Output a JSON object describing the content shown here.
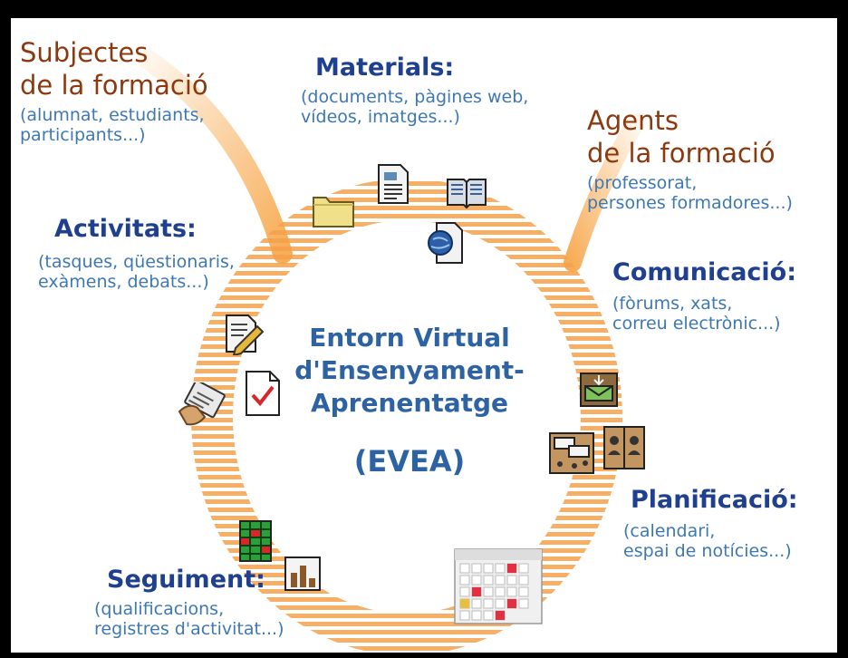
{
  "center": {
    "title_lines": [
      "Entorn Virtual",
      "d'Ensenyament-",
      "Aprenentatge"
    ],
    "abbreviation": "(EVEA)"
  },
  "sections": {
    "subjectes": {
      "title_lines": [
        "Subjectes",
        "de la formació"
      ],
      "detail_lines": [
        "(alumnat, estudiants,",
        "participants...)"
      ]
    },
    "materials": {
      "title": "Materials:",
      "detail_lines": [
        "(documents, pàgines web,",
        "vídeos, imatges...)"
      ]
    },
    "agents": {
      "title_lines": [
        "Agents",
        "de la formació"
      ],
      "detail_lines": [
        "(professorat,",
        "persones formadores...)"
      ]
    },
    "activitats": {
      "title": "Activitats:",
      "detail_lines": [
        "(tasques, qüestionaris,",
        "exàmens, debats...)"
      ]
    },
    "comunicacio": {
      "title": "Comunicació:",
      "detail_lines": [
        "(fòrums, xats,",
        "correu electrònic...)"
      ]
    },
    "planificacio": {
      "title": "Planificació:",
      "detail_lines": [
        "(calendari,",
        "espai de notícies...)"
      ]
    },
    "seguiment": {
      "title": "Seguiment:",
      "detail_lines": [
        "(qualificacions,",
        "registres d'activitat...)"
      ]
    }
  },
  "icons": [
    "folder-icon",
    "document-icon",
    "book-icon",
    "globe-document-icon",
    "edit-document-icon",
    "clipboard-hand-icon",
    "checkmark-document-icon",
    "mail-icon",
    "forum-icon",
    "chat-icon",
    "spreadsheet-icon",
    "bar-chart-icon",
    "calendar-icon"
  ],
  "colors": {
    "orange": "#f5a24a",
    "brown_heading": "#8b3a10",
    "blue_heading": "#1f3f8f",
    "blue_detail": "#3e78b4",
    "center_text": "#2d62a3"
  }
}
